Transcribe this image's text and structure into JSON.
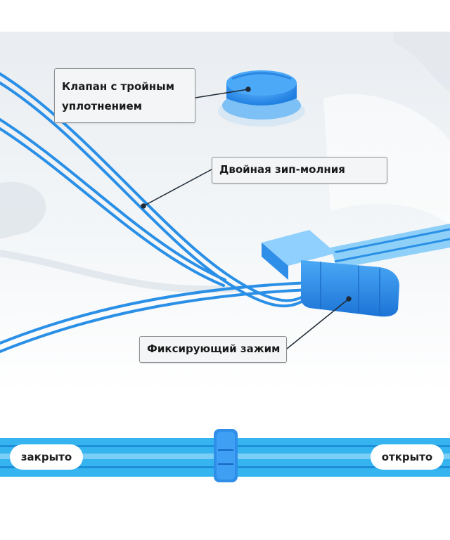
{
  "callouts": {
    "valve_line1": "Клапан с тройным",
    "valve_line2": "уплотнением",
    "zipper": "Двойная зип-молния",
    "clamp": "Фиксирующий зажим"
  },
  "strip": {
    "closed_label": "закрыто",
    "open_label": "открыто"
  },
  "colors": {
    "accent_blue": "#2a8fe6",
    "strip_blue": "#35b4f0",
    "callout_border": "#8e9194"
  }
}
